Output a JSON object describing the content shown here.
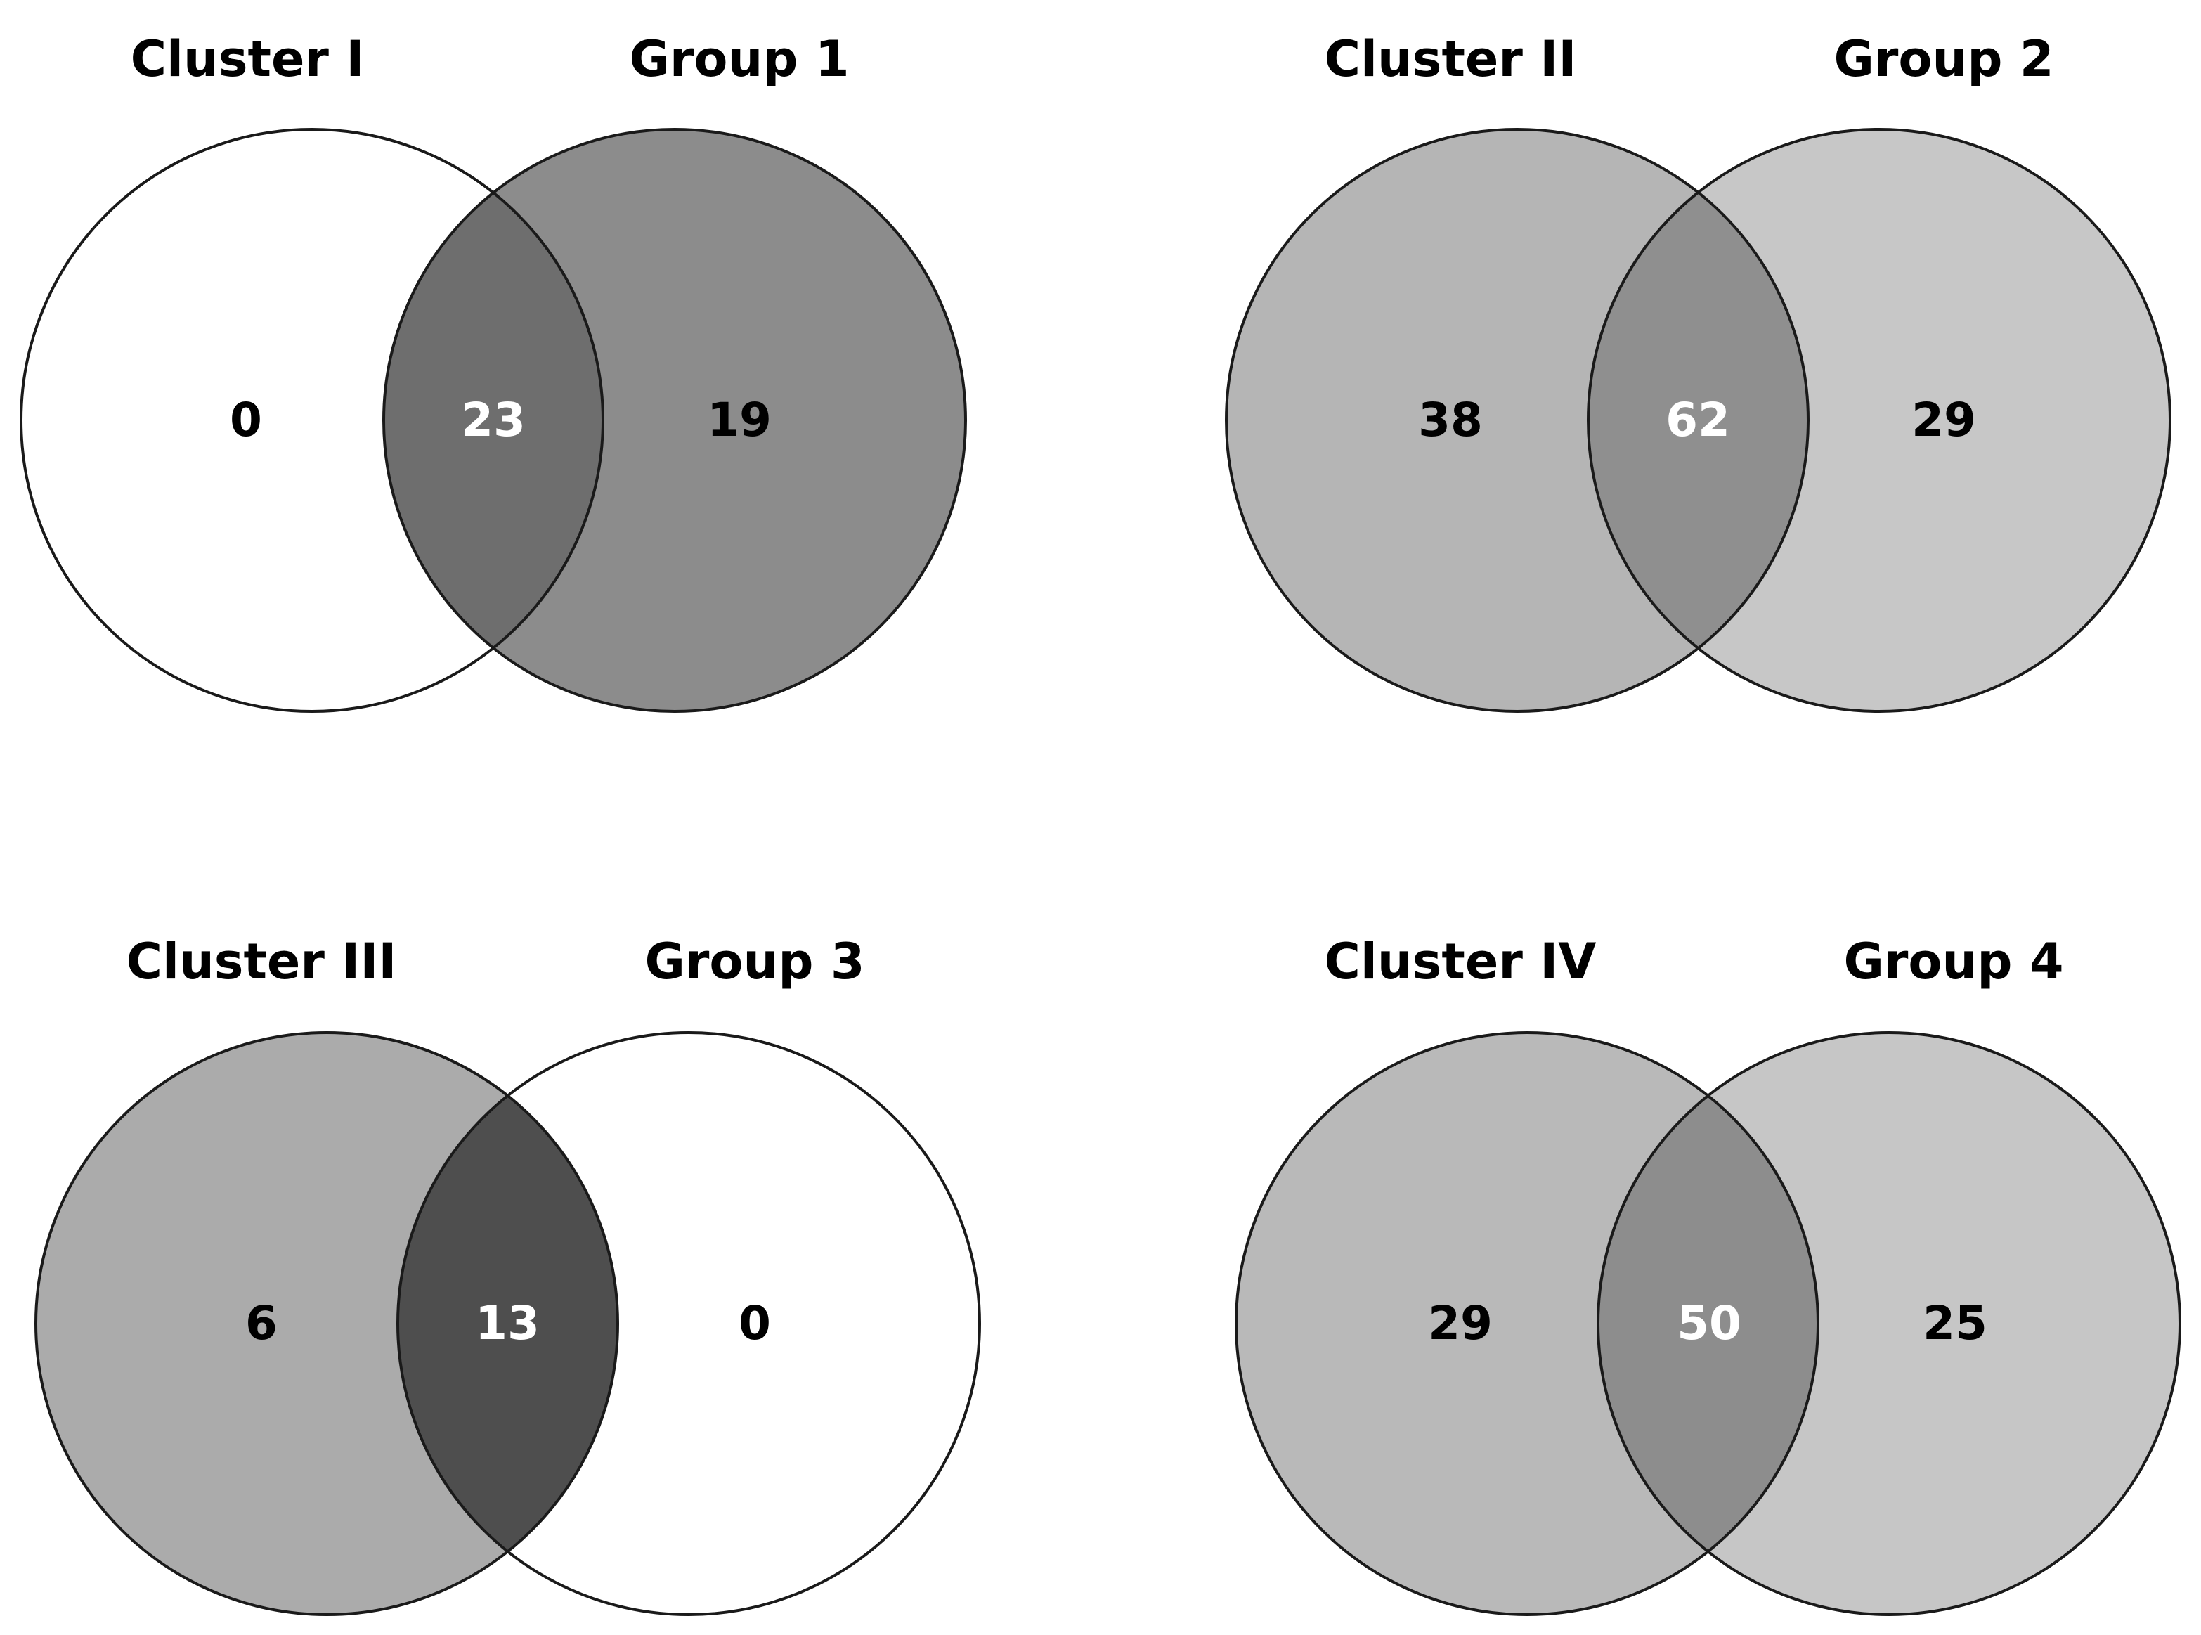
{
  "panels": [
    {
      "left_label": "Cluster I",
      "right_label": "Group 1",
      "left_only": "0",
      "overlap": "23",
      "right_only": "19",
      "colors": {
        "left": "#ffffff",
        "right": "#8c8c8c",
        "overlap": "#6e6e6e"
      },
      "text_colors": {
        "left": "#000000",
        "overlap": "#ffffff",
        "right": "#000000"
      }
    },
    {
      "left_label": "Cluster II",
      "right_label": "Group 2",
      "left_only": "38",
      "overlap": "62",
      "right_only": "29",
      "colors": {
        "left": "#b5b5b5",
        "right": "#c7c7c7",
        "overlap": "#8f8f8f"
      },
      "text_colors": {
        "left": "#000000",
        "overlap": "#ffffff",
        "right": "#000000"
      }
    },
    {
      "left_label": "Cluster III",
      "right_label": "Group 3",
      "left_only": "6",
      "overlap": "13",
      "right_only": "0",
      "colors": {
        "left": "#ababab",
        "right": "#ffffff",
        "overlap": "#4e4e4e"
      },
      "text_colors": {
        "left": "#000000",
        "overlap": "#ffffff",
        "right": "#000000"
      }
    },
    {
      "left_label": "Cluster IV",
      "right_label": "Group 4",
      "left_only": "29",
      "overlap": "50",
      "right_only": "25",
      "colors": {
        "left": "#b9b9b9",
        "right": "#c6c6c6",
        "overlap": "#8d8d8d"
      },
      "text_colors": {
        "left": "#000000",
        "overlap": "#ffffff",
        "right": "#000000"
      }
    }
  ]
}
